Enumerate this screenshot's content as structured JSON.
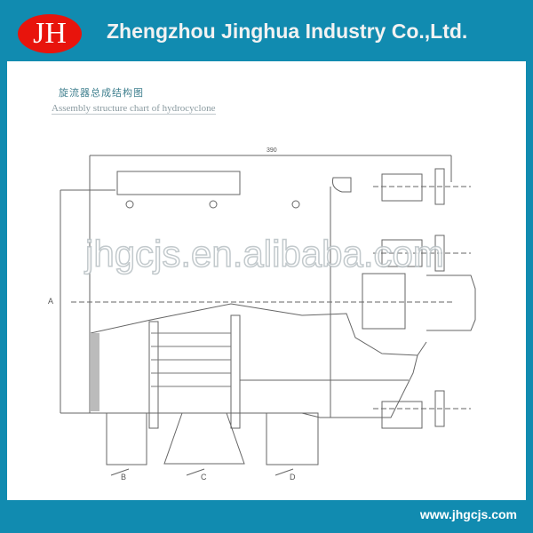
{
  "header": {
    "logo_text": "JH",
    "company": "Zhengzhou Jinghua Industry Co.,Ltd."
  },
  "diagram": {
    "title_cn": "旋流器总成结构图",
    "title_en": "Assembly structure chart of hydrocyclone",
    "dimension_top": "390",
    "label_a": "A",
    "label_b": "B",
    "label_c": "C",
    "label_d": "D",
    "watermark": "jhgcjs.en.alibaba.com"
  },
  "footer": {
    "url": "www.jhgcjs.com"
  }
}
